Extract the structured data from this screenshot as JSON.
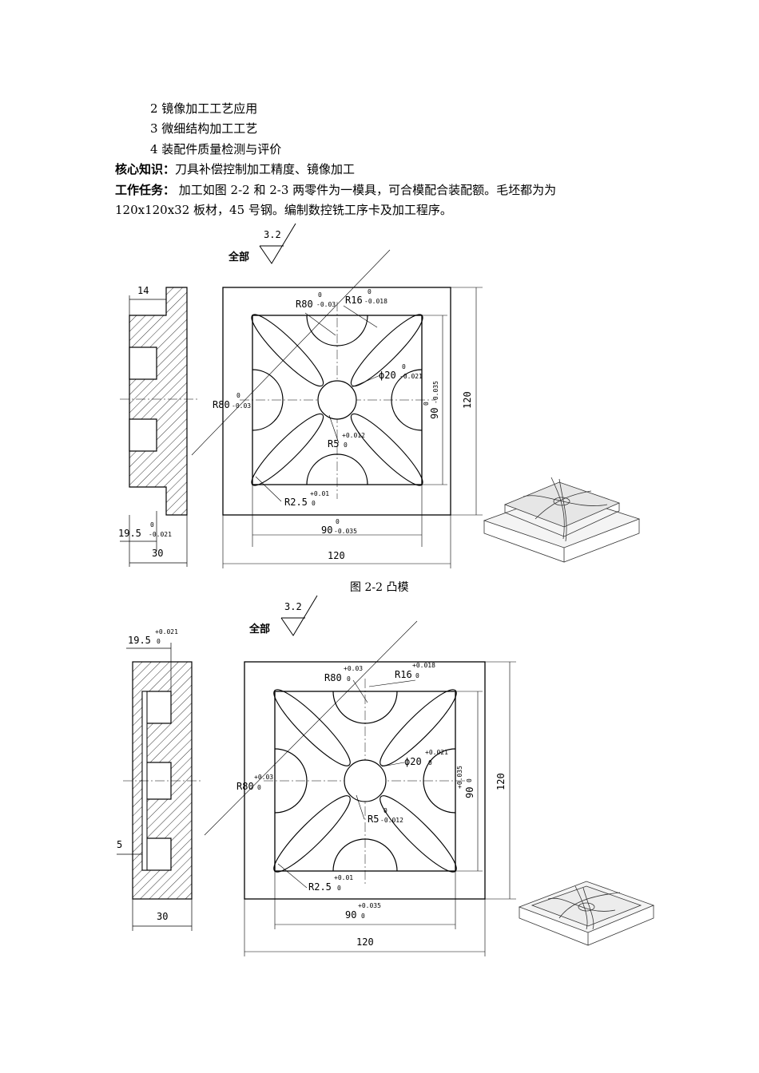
{
  "list_items": [
    "2 镜像加工工艺应用",
    "3 微细结构加工工艺",
    "4 装配件质量检测与评价"
  ],
  "core_knowledge": {
    "label": "核心知识：",
    "text": "刀具补偿控制加工精度、镜像加工"
  },
  "task": {
    "label": "工作任务：",
    "text_line1": " 加工如图 2-2 和 2-3 两零件为一模具，可合模配合装配额。毛坯都为为",
    "text_line2": "120x120x32 板材，45 号钢。编制数控铣工序卡及加工程序。"
  },
  "fig1": {
    "caption": "图 2-2 凸模",
    "roughness_label": "全部",
    "roughness_value": "3.2",
    "dim_14": "14",
    "dim_195": "19.5",
    "dim_195_tol": "0",
    "dim_195_tol2": "-0.021",
    "dim_30": "30",
    "dim_r80_top": "R80",
    "dim_r80_top_tol": "0",
    "dim_r80_top_tol2": "-0.03",
    "dim_r16": "R16",
    "dim_r16_tol": "0",
    "dim_r16_tol2": "-0.018",
    "dim_phi20": "ϕ20",
    "dim_phi20_tol": "0",
    "dim_phi20_tol2": "-0.021",
    "dim_r80_left": "R80",
    "dim_r80_left_tol": "0",
    "dim_r80_left_tol2": "-0.03",
    "dim_r5": "R5",
    "dim_r5_tol": "+0.012",
    "dim_r5_tol2": "0",
    "dim_r25": "R2.5",
    "dim_r25_tol": "+0.01",
    "dim_r25_tol2": "0",
    "dim_90_bottom": "90",
    "dim_90_tol": "0",
    "dim_90_tol2": "-0.035",
    "dim_90_right": "90",
    "dim_90r_tol": "0",
    "dim_90r_tol2": "-0.035",
    "dim_120_bottom": "120",
    "dim_120_right": "120"
  },
  "fig2": {
    "roughness_label": "全部",
    "roughness_value": "3.2",
    "dim_195": "19.5",
    "dim_195_tol": "+0.021",
    "dim_195_tol2": "0",
    "dim_5": "5",
    "dim_30": "30",
    "dim_r80_top": "R80",
    "dim_r80_top_tol": "+0.03",
    "dim_r80_top_tol2": "0",
    "dim_r16": "R16",
    "dim_r16_tol": "+0.018",
    "dim_r16_tol2": "0",
    "dim_phi20": "ϕ20",
    "dim_phi20_tol": "+0.021",
    "dim_phi20_tol2": "0",
    "dim_r80_left": "R80",
    "dim_r80_left_tol": "+0.03",
    "dim_r80_left_tol2": "0",
    "dim_r5": "R5",
    "dim_r5_tol": "0",
    "dim_r5_tol2": "-0.012",
    "dim_r25": "R2.5",
    "dim_r25_tol": "+0.01",
    "dim_r25_tol2": "0",
    "dim_90_bottom": "90",
    "dim_90_tol": "+0.035",
    "dim_90_tol2": "0",
    "dim_90_right": "90",
    "dim_90r_tol": "+0.035",
    "dim_90r_tol2": "0",
    "dim_120_bottom": "120",
    "dim_120_right": "120"
  }
}
